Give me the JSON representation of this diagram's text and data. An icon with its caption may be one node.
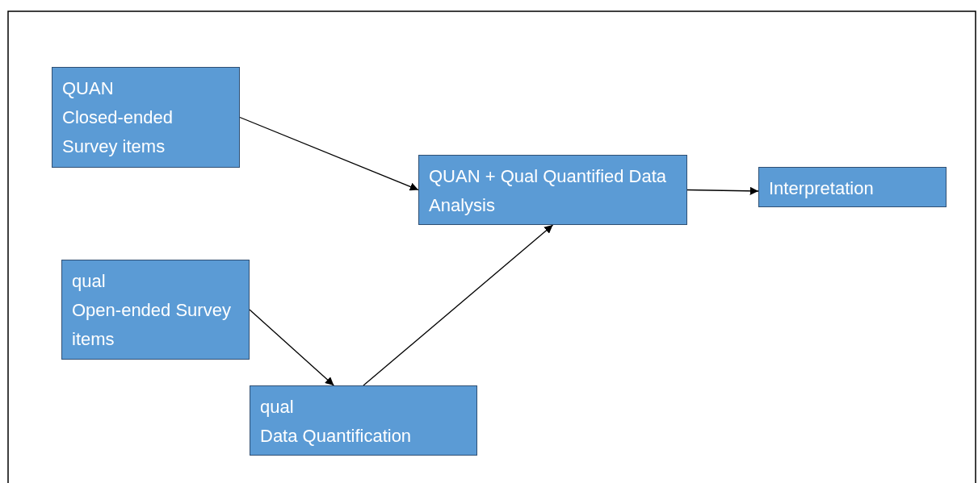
{
  "diagram": {
    "nodes": [
      {
        "text": [
          "QUAN",
          "Closed-ended Survey items"
        ]
      },
      {
        "text": [
          "QUAN + Qual Quantified Data Analysis"
        ]
      },
      {
        "text": [
          "Interpretation"
        ]
      },
      {
        "text": [
          "qual",
          "Open-ended Survey items"
        ]
      },
      {
        "text": [
          "qual",
          "Data Quantification"
        ]
      }
    ],
    "edges": [
      {
        "from": 0,
        "to": 1,
        "arrow": "to"
      },
      {
        "from": 1,
        "to": 2,
        "arrow": "to"
      },
      {
        "from": 3,
        "to": 4,
        "arrow": "to"
      },
      {
        "from": 4,
        "to": 1,
        "arrow": "to"
      }
    ]
  }
}
